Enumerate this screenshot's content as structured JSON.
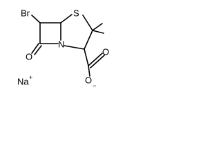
{
  "structure": {
    "atoms": {
      "bromine": "Br",
      "sulfur": "S",
      "nitrogen": "N",
      "ketone_oxygen": "O",
      "carboxylate_oxygen": "O",
      "carboxylate_charge": "−",
      "sodium": "Na",
      "sodium_charge": "+"
    }
  }
}
